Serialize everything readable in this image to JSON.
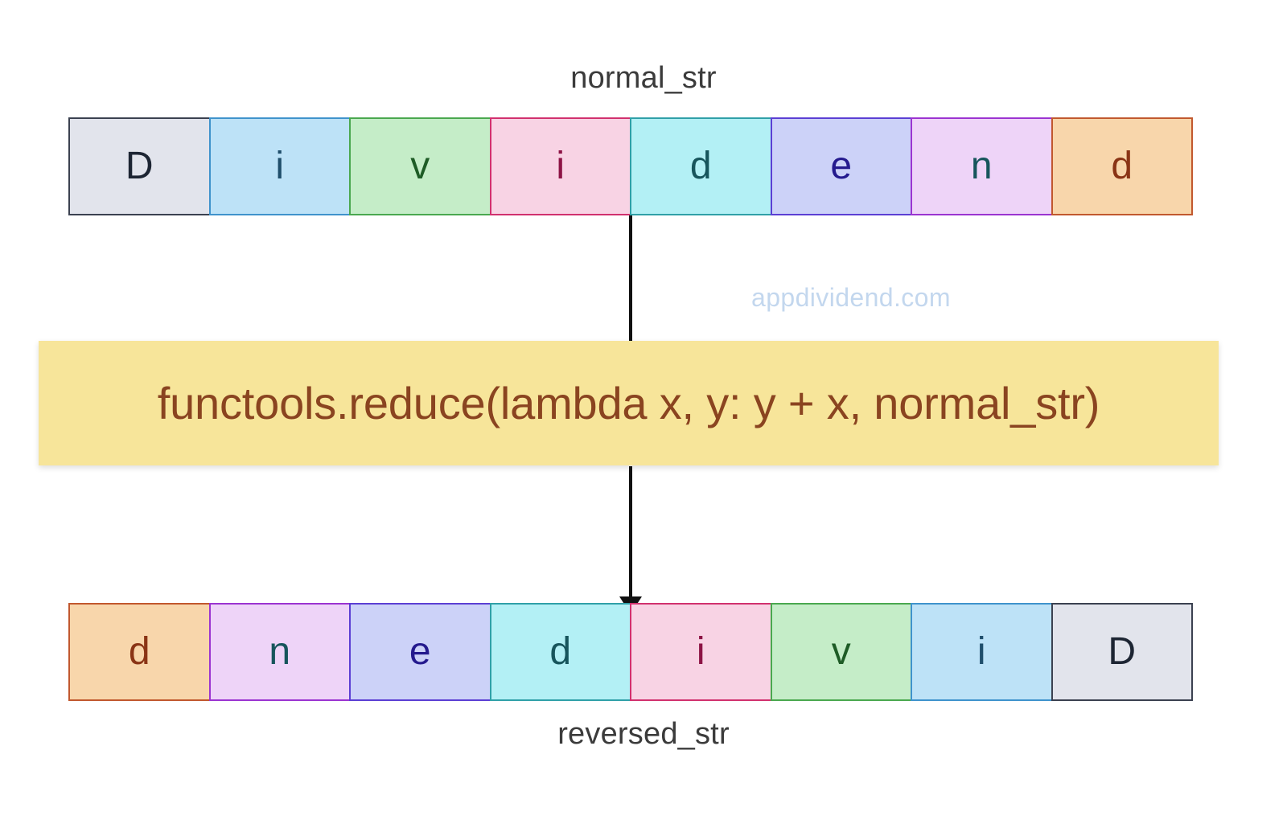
{
  "diagram": {
    "top_label": "normal_str",
    "bottom_label": "reversed_str",
    "watermark": "appdividend.com",
    "code": "functools.reduce(lambda x, y: y + x, normal_str)",
    "banner_bg": "#f7e59a",
    "banner_text_color": "#8a4420",
    "watermark_color": "#c3d7ee",
    "top_cells": [
      {
        "char": "D",
        "bg": "#e2e4ec",
        "border": "#3b4150",
        "color": "#1d2533"
      },
      {
        "char": "i",
        "bg": "#bde2f7",
        "border": "#3f93cc",
        "color": "#1f4e6b"
      },
      {
        "char": "v",
        "bg": "#c5edc8",
        "border": "#4aa84f",
        "color": "#1e5c26"
      },
      {
        "char": "i",
        "bg": "#f8d3e4",
        "border": "#d1316e",
        "color": "#8d1345"
      },
      {
        "char": "d",
        "bg": "#b3f0f5",
        "border": "#30a0a8",
        "color": "#17555c"
      },
      {
        "char": "e",
        "bg": "#ccd2f8",
        "border": "#5b3fd4",
        "color": "#241a8e"
      },
      {
        "char": "n",
        "bg": "#eed4f8",
        "border": "#9b34d1",
        "color": "#17555c"
      },
      {
        "char": "d",
        "bg": "#f8d6ab",
        "border": "#c1582e",
        "color": "#8a3415"
      }
    ],
    "bottom_cells": [
      {
        "char": "d",
        "bg": "#f8d6ab",
        "border": "#c1582e",
        "color": "#8a3415"
      },
      {
        "char": "n",
        "bg": "#eed4f8",
        "border": "#9b34d1",
        "color": "#17555c"
      },
      {
        "char": "e",
        "bg": "#ccd2f8",
        "border": "#5b3fd4",
        "color": "#241a8e"
      },
      {
        "char": "d",
        "bg": "#b3f0f5",
        "border": "#30a0a8",
        "color": "#17555c"
      },
      {
        "char": "i",
        "bg": "#f8d3e4",
        "border": "#d1316e",
        "color": "#8d1345"
      },
      {
        "char": "v",
        "bg": "#c5edc8",
        "border": "#4aa84f",
        "color": "#1e5c26"
      },
      {
        "char": "i",
        "bg": "#bde2f7",
        "border": "#3f93cc",
        "color": "#1f4e6b"
      },
      {
        "char": "D",
        "bg": "#e2e4ec",
        "border": "#3b4150",
        "color": "#1d2533"
      }
    ]
  }
}
